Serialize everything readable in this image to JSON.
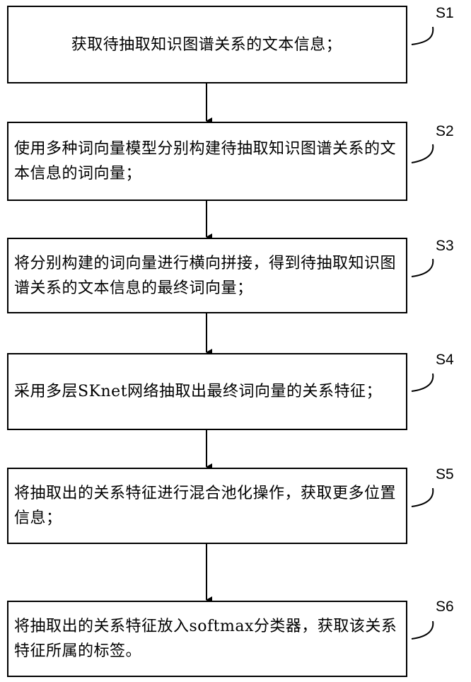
{
  "steps": [
    {
      "id": "S1",
      "text": "获取待抽取知识图谱关系的文本信息；"
    },
    {
      "id": "S2",
      "text": "使用多种词向量模型分别构建待抽取知识图谱关系的文本信息的词向量；"
    },
    {
      "id": "S3",
      "text": "将分别构建的词向量进行横向拼接，得到待抽取知识图谱关系的文本信息的最终词向量；"
    },
    {
      "id": "S4",
      "text": "采用多层SKnet网络抽取出最终词向量的关系特征；"
    },
    {
      "id": "S5",
      "text": "将抽取出的关系特征进行混合池化操作，获取更多位置信息；"
    },
    {
      "id": "S6",
      "text": "将抽取出的关系特征放入softmax分类器，获取该关系特征所属的标签。"
    }
  ]
}
